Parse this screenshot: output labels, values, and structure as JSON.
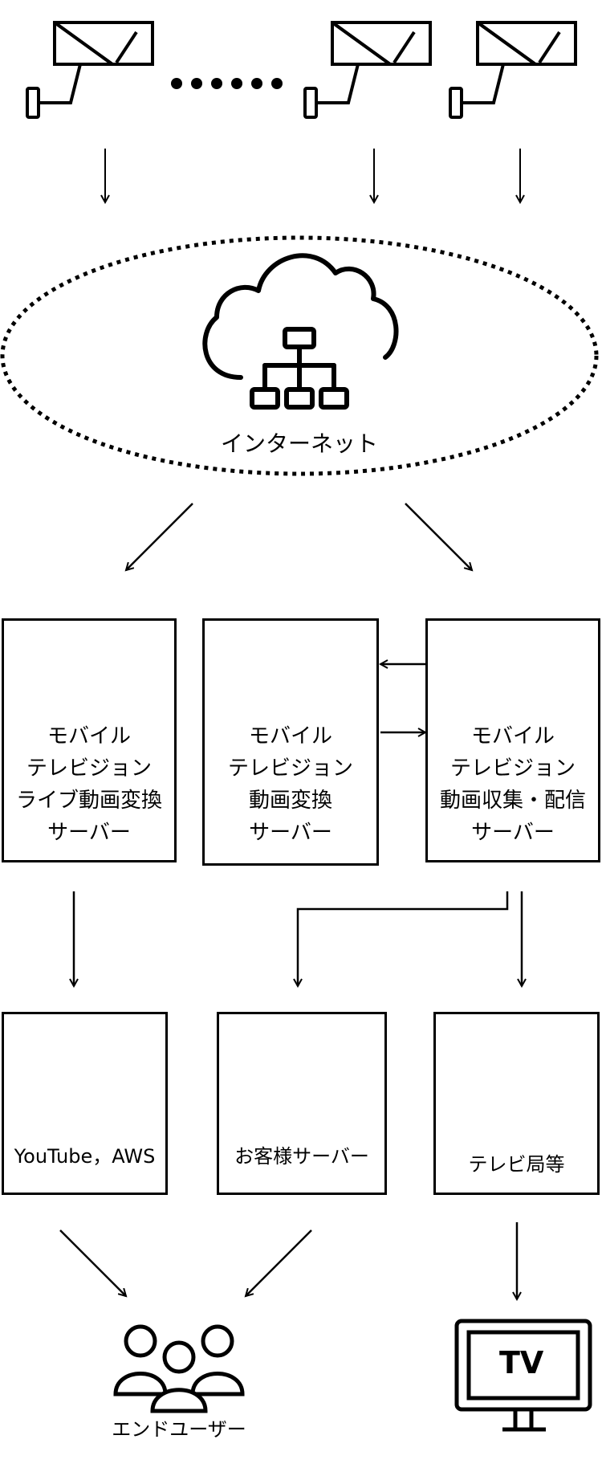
{
  "cloud": {
    "label": "インターネット"
  },
  "servers": {
    "live_convert": {
      "lines": [
        "モバイル",
        "テレビジョン",
        "ライブ動画変換",
        "サーバー"
      ]
    },
    "video_convert": {
      "lines": [
        "モバイル",
        "テレビジョン",
        "動画変換",
        "サーバー"
      ]
    },
    "collect_distribute": {
      "lines": [
        "モバイル",
        "テレビジョン",
        "動画収集・配信",
        "サーバー"
      ]
    }
  },
  "destinations": {
    "youtube": {
      "label": "YouTube，AWS"
    },
    "customer": {
      "label": "お客様サーバー"
    },
    "tv_station": {
      "label": "テレビ局等"
    }
  },
  "end_user": {
    "label": "エンドユーザー"
  },
  "tv": {
    "label": "TV"
  }
}
